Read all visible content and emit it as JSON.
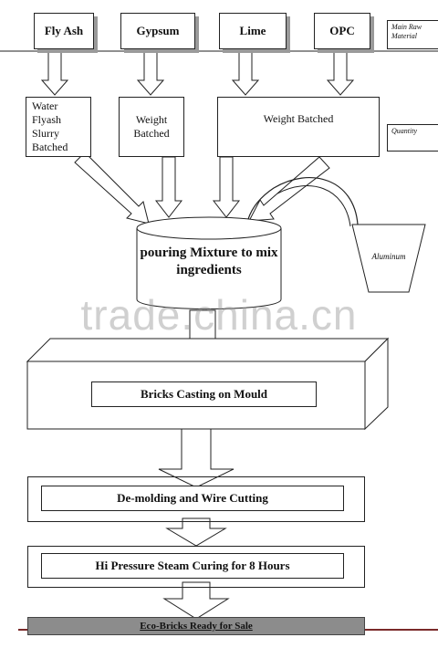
{
  "raw_materials": [
    "Fly Ash",
    "Gypsum",
    "Lime",
    "OPC"
  ],
  "side_labels": {
    "main": "Main Raw Material",
    "quantity": "Quantity"
  },
  "batching": {
    "flyash": "Water Flyash Slurry Batched",
    "gypsum": "Weight Batched",
    "lime_opc": "Weight Batched"
  },
  "mixer": "pouring Mixture to mix ingredients",
  "additive": "Aluminum",
  "steps": [
    "Bricks Casting on Mould",
    "De-molding and Wire Cutting",
    "Hi Pressure Steam Curing for 8 Hours"
  ],
  "final": "Eco-Bricks Ready for Sale",
  "watermark": "trade.china.cn"
}
